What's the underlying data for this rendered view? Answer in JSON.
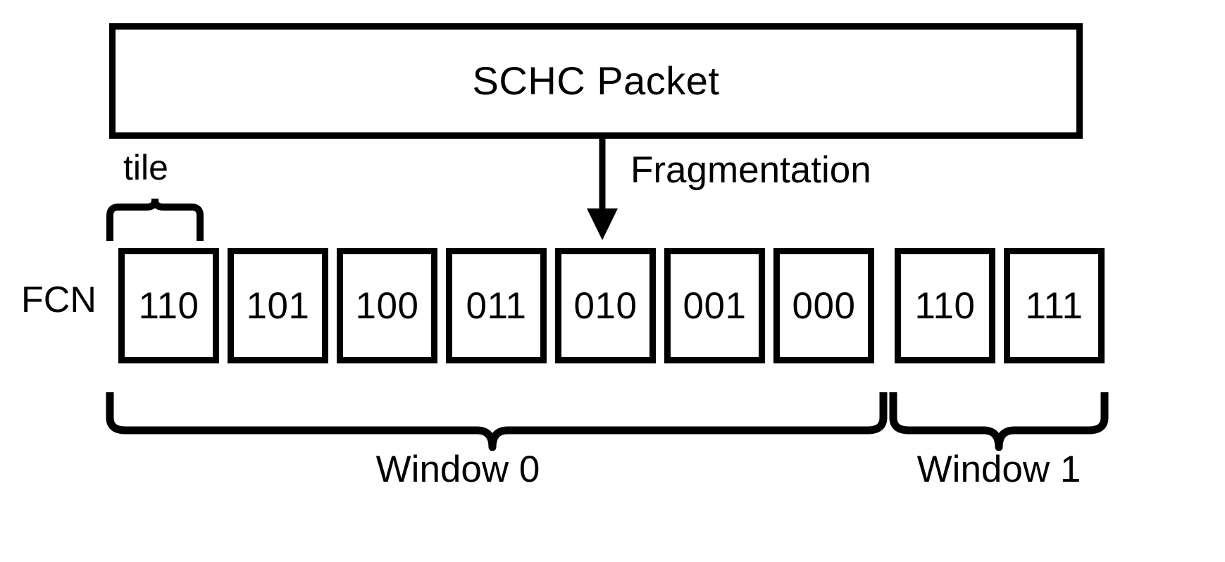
{
  "diagram": {
    "title": "SCHC Packet fragmentation into tiles",
    "packet": {
      "label": "SCHC Packet"
    },
    "arrow": {
      "label": "Fragmentation",
      "icon": "down-arrow-icon"
    },
    "tile_brace": {
      "label": "tile",
      "icon": "curly-brace-up-icon"
    },
    "fcn": {
      "label": "FCN"
    },
    "tiles": [
      {
        "fcn": "110",
        "window": 0
      },
      {
        "fcn": "101",
        "window": 0
      },
      {
        "fcn": "100",
        "window": 0
      },
      {
        "fcn": "011",
        "window": 0
      },
      {
        "fcn": "010",
        "window": 0
      },
      {
        "fcn": "001",
        "window": 0
      },
      {
        "fcn": "000",
        "window": 0
      },
      {
        "fcn": "110",
        "window": 1
      },
      {
        "fcn": "111",
        "window": 1
      }
    ],
    "windows": [
      {
        "label": "Window 0",
        "tile_count": 7
      },
      {
        "label": "Window 1",
        "tile_count": 2
      }
    ],
    "colors": {
      "stroke": "#000000",
      "background": "#ffffff",
      "text": "#000000"
    }
  }
}
